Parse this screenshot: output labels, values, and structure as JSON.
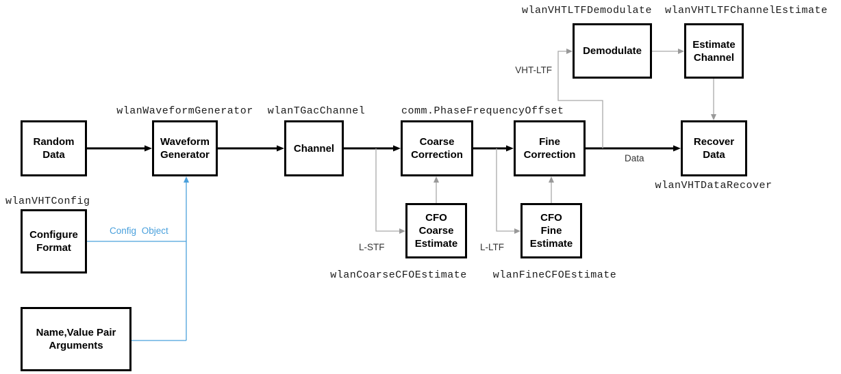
{
  "colors": {
    "line": "#000000",
    "helper": "#a9a9a9",
    "accent": "#4aa0dc",
    "block_text": "#000000",
    "annotation_text": "#333333"
  },
  "blocks": {
    "random_data": "Random\nData",
    "waveform_generator": "Waveform\nGenerator",
    "channel": "Channel",
    "coarse_correction": "Coarse\nCorrection",
    "fine_correction": "Fine\nCorrection",
    "recover_data": "Recover\nData",
    "demodulate": "Demodulate",
    "estimate_channel": "Estimate\nChannel",
    "cfo_coarse_estimate": "CFO\nCoarse\nEstimate",
    "cfo_fine_estimate": "CFO\nFine\nEstimate",
    "configure_format": "Configure\nFormat",
    "name_value_pair": "Name,Value Pair\nArguments"
  },
  "code_labels": {
    "waveform_generator": "wlanWaveformGenerator",
    "tgac_channel": "wlanTGacChannel",
    "phase_frequency_offset": "comm.PhaseFrequencyOffset",
    "vhtltf_demodulate": "wlanVHTLTFDemodulate",
    "vhtltf_channel_estimate": "wlanVHTLTFChannelEstimate",
    "vht_data_recover": "wlanVHTDataRecover",
    "coarse_cfo_estimate": "wlanCoarseCFOEstimate",
    "fine_cfo_estimate": "wlanFineCFOEstimate",
    "vht_config": "wlanVHTConfig"
  },
  "signal_labels": {
    "vht_ltf": "VHT-LTF",
    "l_stf": "L-STF",
    "l_ltf": "L-LTF",
    "data": "Data",
    "config_object": "Config Object"
  }
}
